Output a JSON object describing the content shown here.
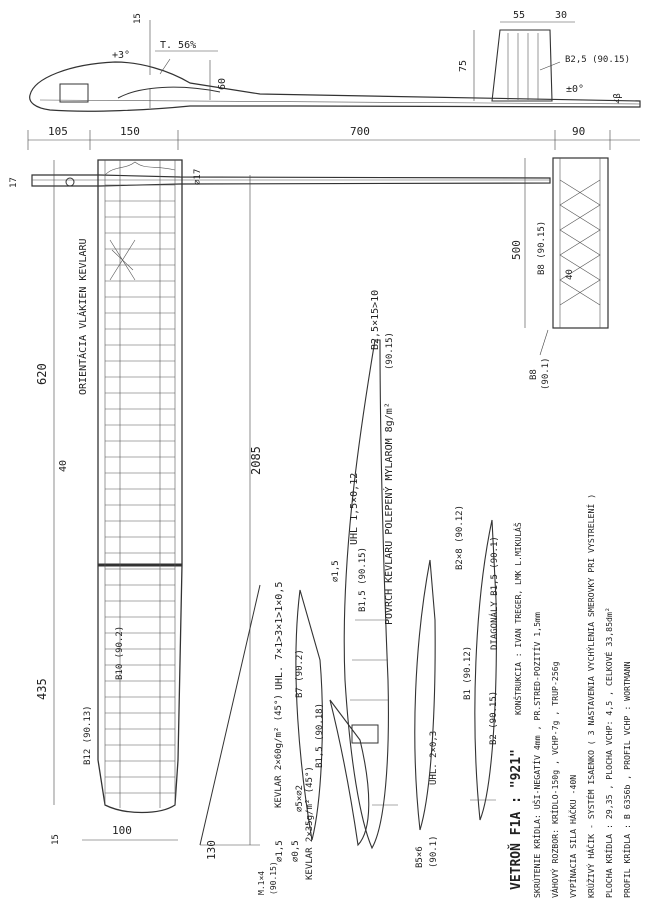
{
  "fuselage_side": {
    "dim_15": "15",
    "t_percent": "T. 56%",
    "angle_plus3": "+3°",
    "dim_60": "60",
    "dim_75": "75",
    "dim_55": "55",
    "dim_30": "30",
    "fin_spar": "B2,5 (90.15)",
    "angle_zero": "±0°",
    "angle_beta": "∠β"
  },
  "top_dims": {
    "d105": "105",
    "d150": "150",
    "d700": "700",
    "d90": "90"
  },
  "wing": {
    "dim_17": "17",
    "dim_phi17": "∅17",
    "fiber_label": "ORIENTÁCIA VLÁKIEN KEVLARU",
    "dim_620": "620",
    "dim_40": "40",
    "spar_b10": "B10 (90.2)",
    "dim_435": "435",
    "spar_b12": "B12 (90.13)",
    "dim_15": "15",
    "dim_100": "100",
    "dim_2085": "2085",
    "dim_130": "130"
  },
  "stabilizer": {
    "dim_500": "500",
    "spar_b8": "B8 (90.15)",
    "dim_40": "40",
    "spar_b8_2": "B8",
    "spar_b8_2_sub": "(90.1)"
  },
  "sections": {
    "kevlar_note": "POVRCH KEVLARU POLEPENÝ MYLAROM 8g/m²",
    "b25_label": "B2,5×15>10",
    "b25_sub": "(90.15)",
    "uhl_15": "UHL 1,5×0,12",
    "phi15_top": "∅1,5",
    "b15_label": "B1,5 (90.15)",
    "uhl_7": "UHL. 7×1>3×1>1×0,5",
    "b7_label": "B7 (90.2)",
    "b15_b": "B1,5 (90.18)",
    "kevlar1": "KEVLAR 2×60g/m² (45°)",
    "phi5": "∅5×∅2",
    "phi15": "∅1,5",
    "phi05": "∅0,5",
    "kevlar2": "KEVLAR 2×35g/m² (45°)",
    "m_label": "M.1×4",
    "m_sub": "(90.15)",
    "b5_label": "B5×6",
    "b5_sub": "(90.1)",
    "uhl_2": "UHL. 2×0,3",
    "b1_label": "B1 (90.12)",
    "b2_label": "B2 (90.15)",
    "b2x8": "B2×8 (90.12)",
    "diag_label": "DIAGONÁLY B1,5 (90.1)"
  },
  "spec": {
    "title": "VETROŇ F1A : \"921\"",
    "author": "KONŠTRUKCIA : IVAN TREGER, LMK L.MIKULÁŠ",
    "line1": "SKRÚTENIE KRÍDLA: UŠI-NEGATÍV 4mm , PR.STRED-POZITÍV 1,5mm",
    "line2": "VÁHOVÝ ROZBOR: KRÍDLO-150g , VCHP-7g , TRUP-256g",
    "line3": "VYPÍNACIA SILA HÁČKU -40N",
    "line4": "KRÚŽIVÝ HÁČIK - SYSTÉM ISAENKO ( 3 NASTAVENIA VYCHÝLENIA SMEROVKY PRI VYSTRELENÍ )",
    "line5": "PLOCHA KRÍDLA : 29,35 , PLOCHA VCHP: 4,5 , CELKOVÉ 33,85dm²",
    "line6": "PROFIL KRÍDLA : B 6356b , PROFIL VCHP : WORTMANN"
  }
}
